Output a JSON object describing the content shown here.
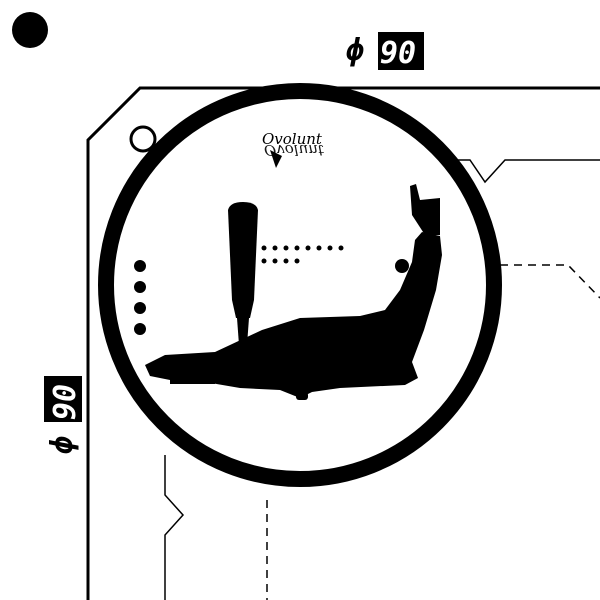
{
  "dimension_top": {
    "symbol": "ϕ",
    "value": "90"
  },
  "dimension_left": {
    "symbol": "ϕ",
    "value": "90"
  },
  "logo": {
    "text": "Ovolunt"
  },
  "colors": {
    "ink": "#000000",
    "paper": "#ffffff"
  },
  "icons": {
    "silhouette": "espresso-machine-silhouette-icon",
    "corner_dot": "filled-dot-icon",
    "small_ring": "ring-icon"
  }
}
